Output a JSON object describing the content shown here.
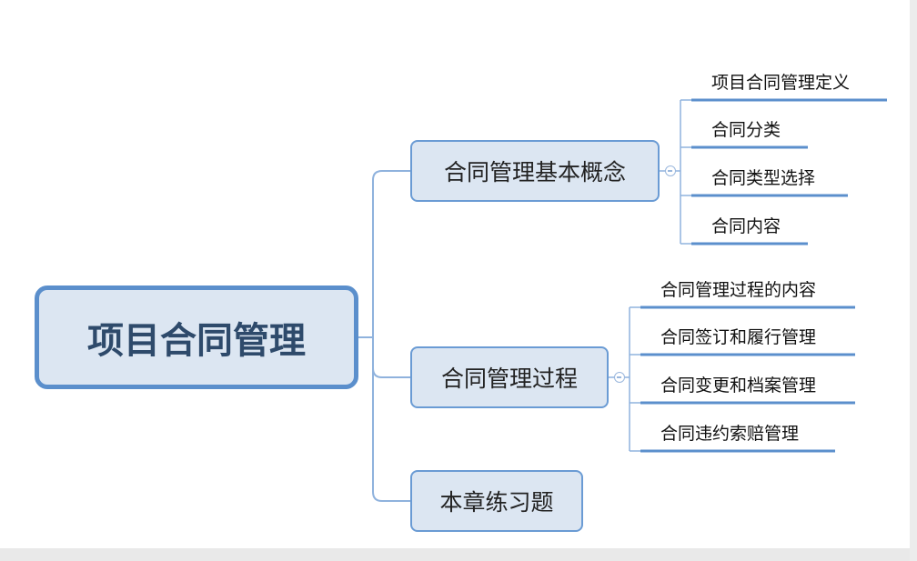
{
  "mindmap": {
    "root": "项目合同管理",
    "branches": [
      {
        "label": "合同管理基本概念",
        "children": [
          "项目合同管理定义",
          "合同分类",
          "合同类型选择",
          "合同内容"
        ]
      },
      {
        "label": "合同管理过程",
        "children": [
          "合同管理过程的内容",
          "合同签订和履行管理",
          "合同变更和档案管理",
          "合同违约索赔管理"
        ]
      },
      {
        "label": "本章练习题",
        "children": []
      }
    ]
  },
  "colors": {
    "node_fill": "#dce6f2",
    "root_border": "#5b8fcc",
    "branch_border": "#6a9bd4",
    "connector": "#8fb2dd",
    "leaf_underline": "#5b8fcc"
  }
}
